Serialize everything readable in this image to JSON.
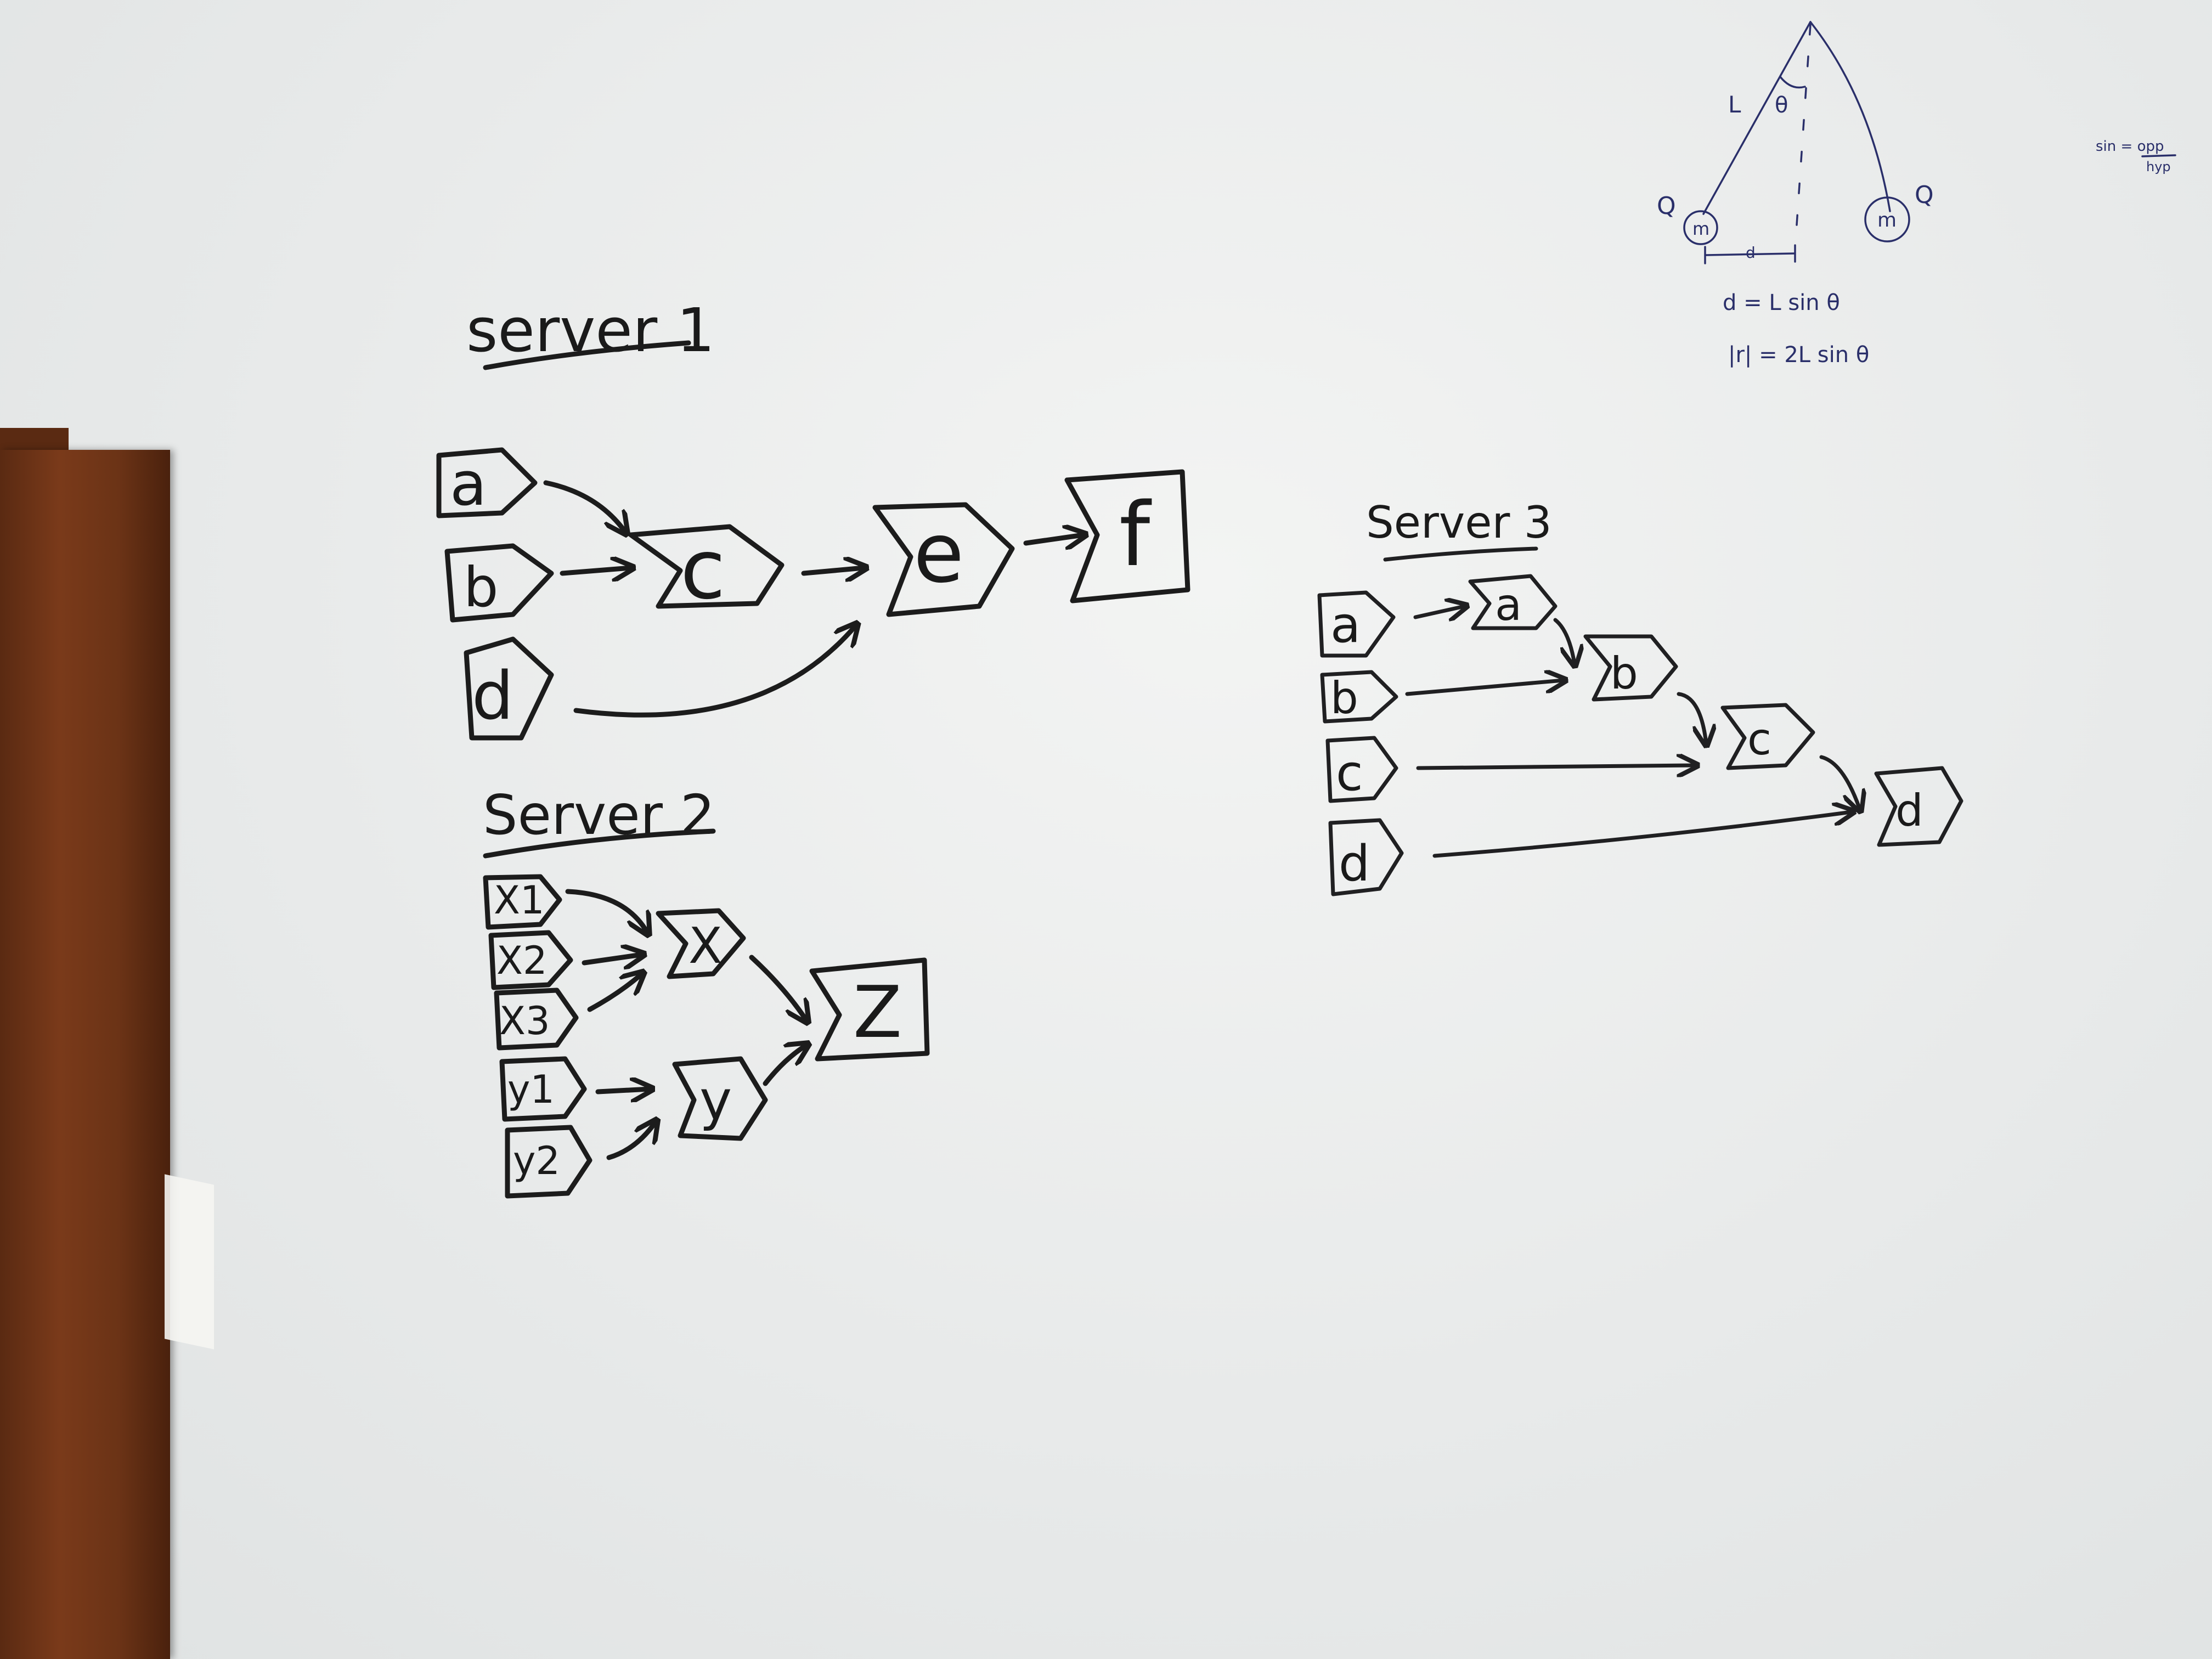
{
  "server1": {
    "title": "server 1",
    "nodes": [
      "a",
      "b",
      "d",
      "c",
      "e",
      "f"
    ]
  },
  "server2": {
    "title": "Server 2",
    "inputs": [
      "X1",
      "X2",
      "X3",
      "y1",
      "y2"
    ],
    "nodes": [
      "X",
      "y",
      "Z"
    ]
  },
  "server3": {
    "title": "Server 3",
    "inputs": [
      "a",
      "b",
      "c",
      "d"
    ],
    "chain": [
      "a",
      "b",
      "c",
      "d"
    ]
  },
  "physics_note": {
    "labels": {
      "length": "L",
      "angle": "θ",
      "charge_left": "Q",
      "charge_right": "Q",
      "mass_left": "m",
      "mass_right": "m",
      "distance": "d"
    },
    "formula1": "d = L sin θ",
    "formula2": "|r| = 2L sin θ",
    "side_note_top": "sin = opp",
    "side_note_bottom": "hyp"
  },
  "colors": {
    "marker_black": "#1c1c1c",
    "marker_blue": "#2a2f6a",
    "whiteboard": "#eceeed",
    "cabinet_wood": "#6b3316"
  }
}
